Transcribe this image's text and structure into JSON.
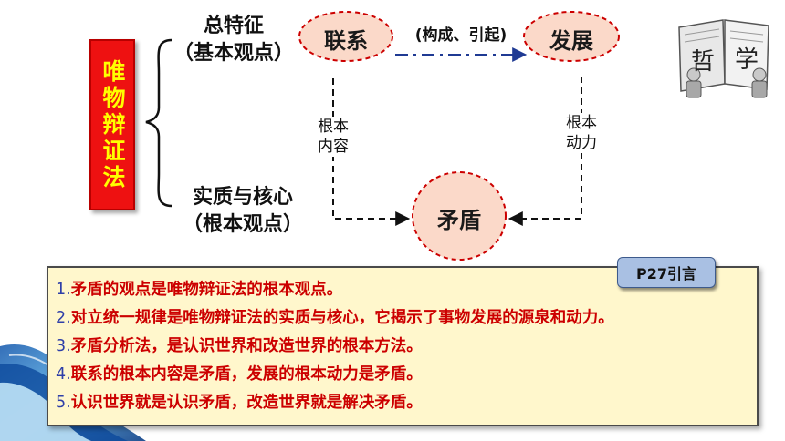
{
  "title": "唯物辩证法",
  "branches": {
    "top_line1": "总特征",
    "top_line2": "（基本观点）",
    "bottom_line1": "实质与核心",
    "bottom_line2": "（根本观点）"
  },
  "nodes": {
    "lianxi": "联系",
    "fazhan": "发展",
    "maodun": "矛盾"
  },
  "edges": {
    "lianxi_fazhan": "(构成、引起)",
    "lianxi_maodun_l1": "根本",
    "lianxi_maodun_l2": "内容",
    "fazhan_maodun_l1": "根本",
    "fazhan_maodun_l2": "动力"
  },
  "book_icon": {
    "char1": "哲",
    "char2": "学"
  },
  "ref_tag": "P27引言",
  "points": [
    {
      "num": "1.",
      "text": "矛盾的观点是唯物辩证法的根本观点。"
    },
    {
      "num": "2.",
      "text": "对立统一规律是唯物辩证法的实质与核心，它揭示了事物发展的源泉和动力。"
    },
    {
      "num": "3.",
      "text": "矛盾分析法，是认识世界和改造世界的根本方法。"
    },
    {
      "num": "4.",
      "text": "联系的根本内容是矛盾，发展的根本动力是矛盾。"
    },
    {
      "num": "5.",
      "text": "认识世界就是认识矛盾，改造世界就是解决矛盾。"
    }
  ],
  "colors": {
    "title_bg": "#ee1111",
    "title_text": "#ffff00",
    "ellipse_fill": "#fbd9c9",
    "point_text": "#cc0000",
    "panel_bg": "#fff7cc",
    "tag_bg": "#a9c0e3"
  }
}
